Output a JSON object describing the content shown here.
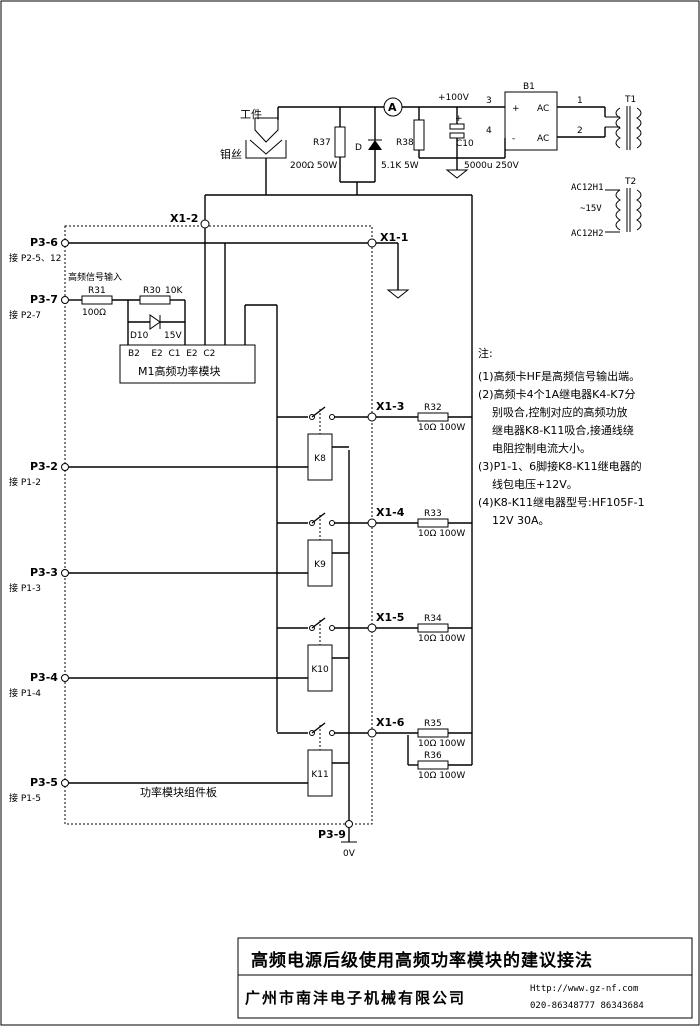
{
  "top": {
    "workpiece": "工件",
    "molybdenum_wire": "钼丝",
    "r37": "R37",
    "r37_value": "200Ω 50W",
    "diode": "D",
    "ammeter": "A",
    "voltage": "+100V",
    "r38": "R38",
    "r38_value": "5.1K 5W",
    "c10": "C10",
    "c10_value": "5000u 250V",
    "pin3": "3",
    "pin4": "4",
    "b1": "B1",
    "plus": "+",
    "minus": "-",
    "ac1": "AC",
    "ac2": "AC",
    "pin1": "1",
    "pin2": "2",
    "t1": "T1",
    "t2": "T2",
    "ac12h1": "AC12H1",
    "v15": "~15V",
    "ac12h2": "AC12H2"
  },
  "connectors": {
    "x1_2": "X1-2",
    "x1_1": "X1-1",
    "x1_3": "X1-3",
    "x1_4": "X1-4",
    "x1_5": "X1-5",
    "x1_6": "X1-6",
    "p3_6": "P3-6",
    "p3_6_sub": "接 P2-5、12",
    "p3_7": "P3-7",
    "p3_7_sub": "接 P2-7",
    "p3_2": "P3-2",
    "p3_2_sub": "接 P1-2",
    "p3_3": "P3-3",
    "p3_3_sub": "接 P1-3",
    "p3_4": "P3-4",
    "p3_4_sub": "接 P1-4",
    "p3_5": "P3-5",
    "p3_5_sub": "接 P1-5",
    "p3_9": "P3-9",
    "zero_v": "0V"
  },
  "module": {
    "hf_input": "高频信号输入",
    "r31": "R31",
    "r31_value": "100Ω",
    "r30": "R30",
    "r30_value": "10K",
    "d10": "D10",
    "d10_value": "15V",
    "pins": "B2    E2  C1  E2  C2",
    "name": "M1高频功率模块",
    "board_label": "功率模块组件板"
  },
  "relays": [
    {
      "name": "K8",
      "resistor": "R32",
      "value": "10Ω 100W"
    },
    {
      "name": "K9",
      "resistor": "R33",
      "value": "10Ω 100W"
    },
    {
      "name": "K10",
      "resistor": "R34",
      "value": "10Ω 100W"
    },
    {
      "name": "K11",
      "resistor": "R35",
      "value": "10Ω 100W"
    }
  ],
  "r36": {
    "name": "R36",
    "value": "10Ω 100W"
  },
  "notes": {
    "title": "注:",
    "lines": [
      "(1)高频卡HF是高频信号输出端。",
      "(2)高频卡4个1A继电器K4-K7分",
      "    别吸合,控制对应的高频功放",
      "    继电器K8-K11吸合,接通线绕",
      "    电阻控制电流大小。",
      "(3)P1-1、6脚接K8-K11继电器的",
      "    线包电压+12V。",
      "(4)K8-K11继电器型号:HF105F-1",
      "    12V 30A。"
    ]
  },
  "footer": {
    "title": "高频电源后级使用高频功率模块的建议接法",
    "company": "广州市南沣电子机械有限公司",
    "url": "Http://www.gz-nf.com",
    "phone": "020-86348777  86343684"
  }
}
